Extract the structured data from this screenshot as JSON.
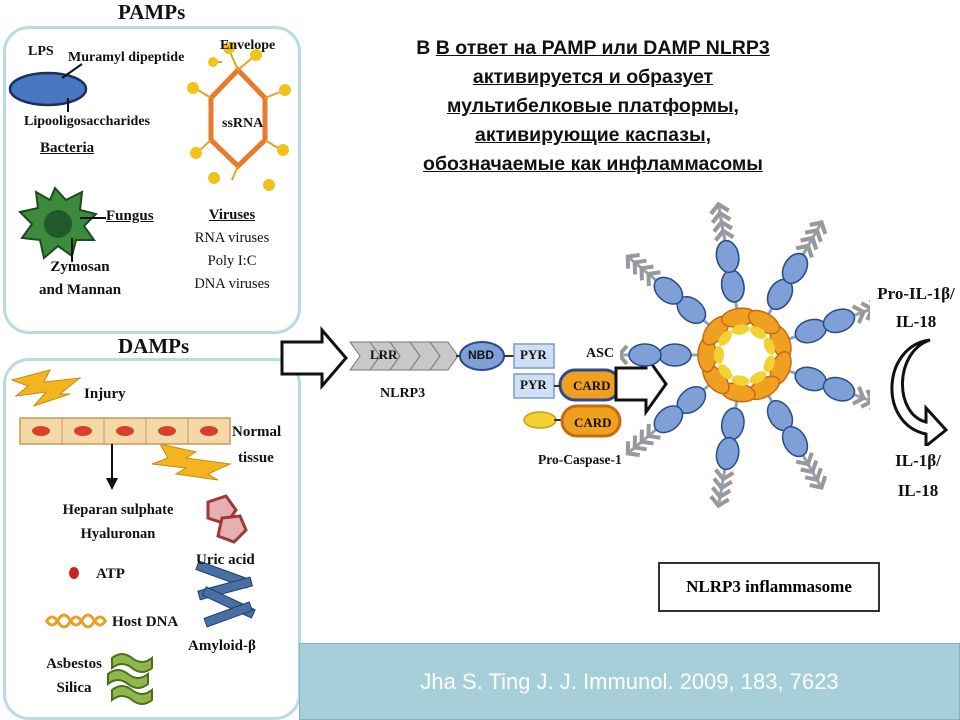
{
  "heading": {
    "line1": "В ответ на PAMP или DAMP NLRP3",
    "line2": "активируется и образует",
    "line3": "мультибелковые платформы,",
    "line4": "активирующие каспазы,",
    "line5": "обозначаемые как инфламмасомы"
  },
  "pamps": {
    "title": "PAMPs",
    "lps": "LPS",
    "muramyl": "Muramyl dipeptide",
    "lipoolig": "Lipooligosaccharides",
    "bacteria": "Bacteria",
    "envelope": "Envelope",
    "ssrna": "ssRNA",
    "fungus": "Fungus",
    "zymosan": "Zymosan",
    "and_mannan": "and Mannan",
    "viruses": "Viruses",
    "rna_viruses": "RNA viruses",
    "poly_ic": "Poly I:C",
    "dna_viruses": "DNA viruses"
  },
  "damps": {
    "title": "DAMPs",
    "injury": "Injury",
    "normal": "Normal",
    "tissue": "tissue",
    "heparan": "Heparan sulphate",
    "hyaluronan": "Hyaluronan",
    "uric": "Uric acid",
    "atp": "ATP",
    "hostdna": "Host DNA",
    "amyloid": "Amyloid-β",
    "asbestos": "Asbestos",
    "silica": "Silica"
  },
  "nlrp3": {
    "lrr": "LRR",
    "nbd": "NBD",
    "pyr": "PYR",
    "name": "NLRP3",
    "asc": "ASC",
    "pyr2": "PYR",
    "card1": "CARD",
    "card2": "CARD",
    "procasp": "Pro-Caspase-1"
  },
  "right": {
    "pro1": "Pro-IL-1β/",
    "pro2": "IL-18",
    "il1": "IL-1β/",
    "il2": "IL-18"
  },
  "inflammasome_label": "NLRP3 inflammasome",
  "citation": "Jha S. Ting J. J. Immunol. 2009, 183, 7623",
  "colors": {
    "panel_border": "#b9dbe6",
    "blue_shape": "#4a78c0",
    "orange": "#f0a020",
    "yellow": "#f2d232",
    "citation_bg": "#a6cfd9"
  }
}
